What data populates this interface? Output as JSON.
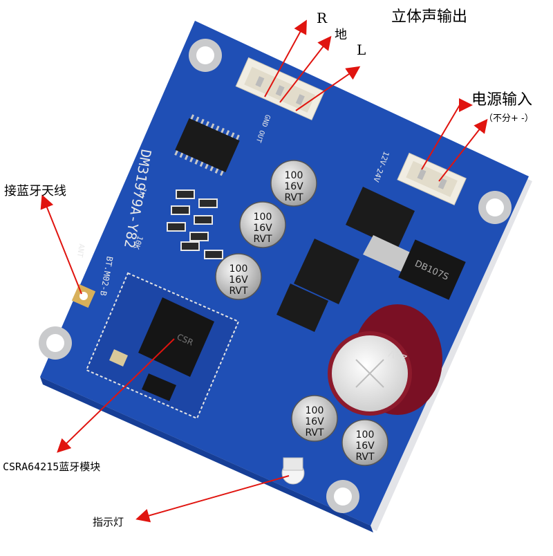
{
  "annotations": {
    "stereo_output": "立体声输出",
    "pin_r": "R",
    "pin_gnd": "地",
    "pin_l": "L",
    "power_input": "电源输入",
    "power_note": "（不分+ -）",
    "antenna": "接蓝牙天线",
    "module": "CSRA64215蓝牙模块",
    "indicator": "指示灯"
  },
  "board": {
    "model_text": "DM31979A-Y82",
    "module_text": "BT.M02-B",
    "ant_text": "ANT",
    "connector_power": "12V-24V",
    "connector_out": "GND OUT",
    "regulator_text": "DB107S",
    "cap_value": "100",
    "cap_voltage": "16V",
    "cap_brand": "RVT",
    "big_cap_voltage": "25V",
    "chip_text": "CSR",
    "resistor_label": "1K",
    "resistor_label_2": "10K"
  },
  "colors": {
    "pcb": "#1f4fb5",
    "pcb_dark": "#163e96",
    "arrow": "#e0140f"
  }
}
